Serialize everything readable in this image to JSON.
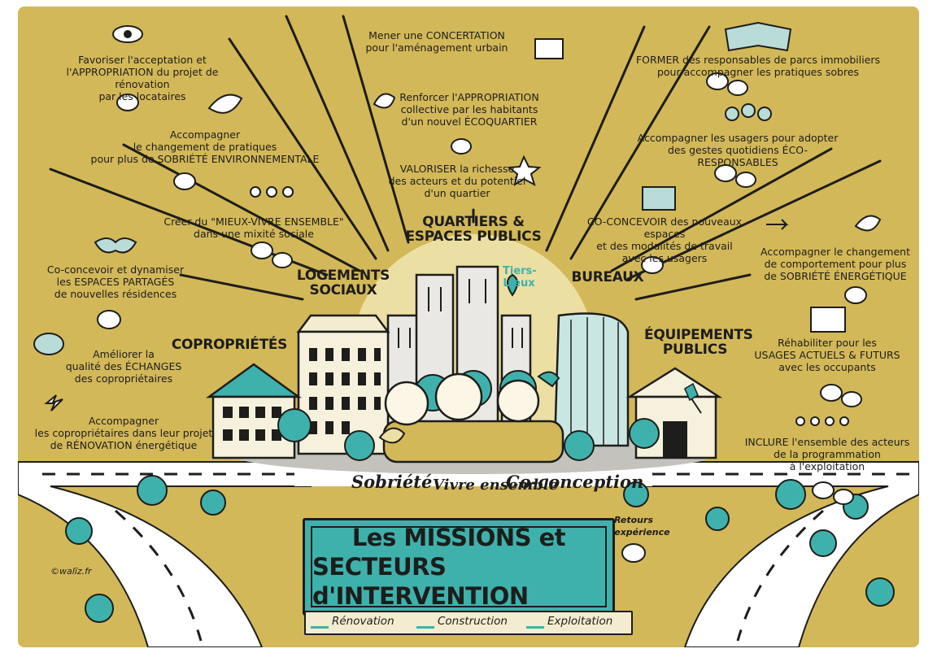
{
  "center": {
    "title_line1": "Les MISSIONS et",
    "title_line2": "SECTEURS d'INTERVENTION",
    "phases": [
      "Rénovation",
      "Construction",
      "Exploitation"
    ],
    "values": [
      "Sobriété",
      "Vivre ensemble",
      "Co-conception"
    ],
    "retours": "Retours d'expérience",
    "tiers_lieux": "Tiers-Lieux",
    "credit": "©walïz.fr"
  },
  "sectors": {
    "logements": "LOGEMENTS SOCIAUX",
    "quartiers": "QUARTIERS & ESPACES PUBLICS",
    "bureaux": "BUREAUX",
    "coproprietes": "COPROPRIÉTÉS",
    "equipements": "ÉQUIPEMENTS PUBLICS"
  },
  "missions": {
    "m1": [
      "Favoriser l'acceptation et",
      "l'APPROPRIATION du projet de rénovation",
      "par les locataires"
    ],
    "m2": [
      "Accompagner",
      "le changement de pratiques",
      "pour plus de SOBRIÉTÉ ENVIRONNEMENTALE"
    ],
    "m3": [
      "Créer du \"MIEUX-VIVRE ENSEMBLE\"",
      "dans une mixité sociale"
    ],
    "m4": [
      "Co-concevoir et dynamiser",
      "les ESPACES PARTAGÉS",
      "de nouvelles résidences"
    ],
    "m5": [
      "Améliorer la",
      "qualité des ÉCHANGES",
      "des copropriétaires"
    ],
    "m6": [
      "Accompagner",
      "les copropriétaires dans leur projet",
      "de RÉNOVATION énergétique"
    ],
    "m7": [
      "Mener une CONCERTATION",
      "pour l'aménagement urbain"
    ],
    "m8": [
      "Renforcer l'APPROPRIATION",
      "collective par les habitants",
      "d'un nouvel ÉCOQUARTIER"
    ],
    "m9": [
      "VALORISER la richesse",
      "des acteurs et du potentiel",
      "d'un quartier"
    ],
    "m10": [
      "FORMER des responsables de parcs immobiliers",
      "pour accompagner les pratiques sobres"
    ],
    "m11": [
      "Accompagner les usagers pour adopter",
      "des gestes quotidiens ÉCO-RESPONSABLES"
    ],
    "m12": [
      "CO-CONCEVOIR des nouveaux espaces",
      "et des modalités de travail",
      "avec les usagers"
    ],
    "m13": [
      "Accompagner le changement",
      "de comportement pour plus",
      "de SOBRIÉTÉ ÉNERGÉTIQUE"
    ],
    "m14": [
      "Réhabiliter pour les",
      "USAGES ACTUELS & FUTURS",
      "avec les occupants"
    ],
    "m15": [
      "INCLURE l'ensemble des acteurs",
      "de la programmation",
      "à l'exploitation"
    ]
  },
  "colors": {
    "background": "#d3b859",
    "teal": "#3fb1ac",
    "light_teal": "#b9dcd8",
    "ink": "#1d1d1b"
  }
}
